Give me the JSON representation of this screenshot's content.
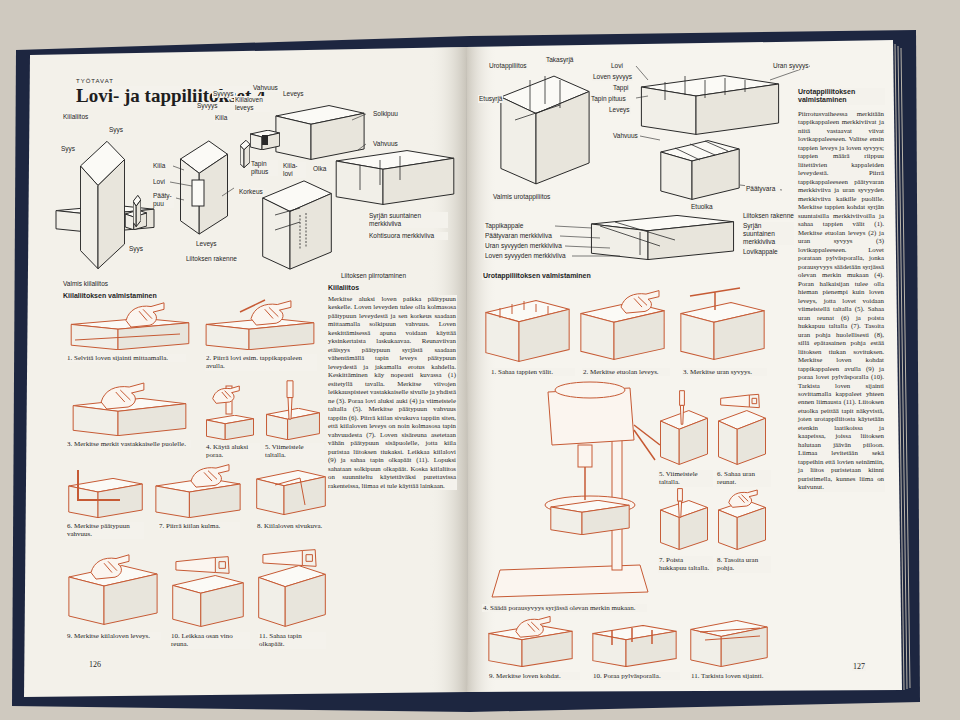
{
  "diagram": {
    "title": "Lovi- ja tappiliitokset 4",
    "labels": [
      "TYÖTAVAT",
      "Kiilaliitos",
      "Syvyys",
      "Vahvuus",
      "Syvyys",
      "Kiila",
      "Kiilaloven leveys",
      "Leveys",
      "Solkipuu",
      "Vahvuus",
      "Tapin pituus",
      "Kiila-lovi",
      "Olka",
      "Syys",
      "Syys",
      "Kiila",
      "Lovi",
      "Pääty-puu",
      "Korkeus",
      "Leveys",
      "Syys",
      "Liitoksen rakenne",
      "Syrjän suuntainen merkkiviiva",
      "Kohtisuora merkkiviiva",
      "Liitoksen piirrotaminen",
      "Valmis kiilaliitos",
      "Kiilaliitoksen valmistaminen",
      "Kiilaliitos",
      "Merkitse aluksi loven paikka päätypuun keskelle. Loven leveyden tulee olla kolmasosa päätypuun leveydestä ja sen korkeus saadaan mittaamalla solkipuun vahvuus. Loven keskittämisessä apuna voidaan käyttää yksinkertaista laskukaavaa. Reunaviivan etäisyys päätypuun syrjästä saadaan vähentämällä tapin leveys päätypuun leveydestä ja jakamalla erotus kahdella. Keskittäminen käy nopeasti kuvassa (1) esitetyllä tavalla. Merkitse viivojen leikkauspisteet vastakkaiselle sivulle ja yhdistä ne (3). Poraa lovi aluksi auki (4) ja viimeistele taltalla (5). Merkitse päätypuun vahvuus tappiin (6). Piirrä kiilan sivukuva tappiin siten, että kiilaloven leveys on noin kolmasosa tapin vahvuudesta (7). Loven sisäreuna asetetaan vähän päätypuun sisäpuolelle, jotta kiila puristaa liitoksen tiukaksi. Leikkaa kiilalovi (9) ja sahaa tapin olkapäät (11). Lopuksi sahataan solkipuun olkapäät. Koska kiilaliitos on suunniteltu käytettäväksi purettavissa rakenteissa, liimaa ei tule käyttää lainkaan.",
      "1. Selvitä loven sijainti mittaamalla.",
      "2. Piirrä lovi esim. tappikappaleen avulla.",
      "3. Merkitse merkit vastakkaiselle puolelle.",
      "4. Käytä aluksi poraa.",
      "5. Viimeistele taltalla.",
      "6. Merkitse päätypuun vahvuus.",
      "7. Piirrä kiilan kulma.",
      "8. Kiilaloven sivukuva.",
      "9. Merkitse kiilaloven leveys.",
      "10. Leikkaa osan vino reuna.",
      "11. Sahaa tapin olkapäät.",
      "126",
      "Urotappiliitos",
      "Takasyrjä",
      "Etusyrjä",
      "Lovi",
      "Loven syvyys",
      "Tappi",
      "Tapin pituus",
      "Leveys",
      "Uran syvyys",
      "Vahvuus",
      "Etuolka",
      "Päätyvara",
      "Valmis urotappiliitos",
      "Tappikappale",
      "Päätyvaran merkkiviiva",
      "Uran syvyyden merkkiviiva",
      "Loven syvyyden merkkiviiva",
      "Liitoksen rakenne",
      "Syrjän suuntainen merkkiviiva",
      "Lovikappale",
      "Urotappiliitoksen valmistaminen",
      "1. Sahaa tappien välit.",
      "2. Merkitse etuolan leveys.",
      "3. Merkitse uran syvyys.",
      "4. Säädä porausyvyys syrjässä olevan merkin mukaan.",
      "5. Viimeistele taltalla.",
      "6. Sahaa uran reunat.",
      "7. Poista hukkapuu taltalla.",
      "8. Tasoita uran pohja.",
      "9. Merkitse loven kohdat.",
      "10. Poraa pylväsporalla.",
      "11. Tarkista loven sijainti.",
      "Urotappiliitoksen valmistaminen",
      "Piirrotusvaiheessa merkitään tappikappaleen merkkiviivat ja niitä vastaavat viivat lovikappaleeseen. Valitse ensin tappien leveys ja loven syvyys; tappien määrä riippuu liitettävien kappaleiden leveydestä. Piirrä tappikappaleeseen päätyvaran merkkiviiva ja uran syvyyden merkkiviiva kaikille puolille. Merkitse tappien kohdat syrjän suuntaisilla merkkiviivoilla ja sahaa tappien välit (1). Merkitse etuolan leveys (2) ja uran syvyys (3) lovikappaleeseen. Lovet porataan pylväsporalla, jonka porausyvyys säädetään syrjässä olevan merkin mukaan (4). Poran halkaisijan tulee olla hieman pienempi kuin loven leveys, jotta lovet voidaan viimeistellä taltalla (5). Sahaa uran reunat (6) ja poista hukkapuu taltalla (7). Tasoita uran pohja huolellisesti (8), sillä epätasainen pohja estää liitoksen tiukan sovituksen. Merkitse loven kohdat tappikappaleen avulla (9) ja poraa lovet pylväsporalla (10). Tarkista loven sijainti sovittamalla kappaleet yhteen ennen liimausta (11). Liitoksen etuolka peittää tapit näkyvistä, joten urotappiliitosta käytetään etenkin laatikoissa ja kaapeissa, joissa liitoksen halutaan jäävän piiloon. Liimaa levitetään sekä tappeihin että lovien seinämiin, ja liitos puristetaan kiinni puristimella, kunnes liima on kuivunut.",
      "127"
    ]
  }
}
